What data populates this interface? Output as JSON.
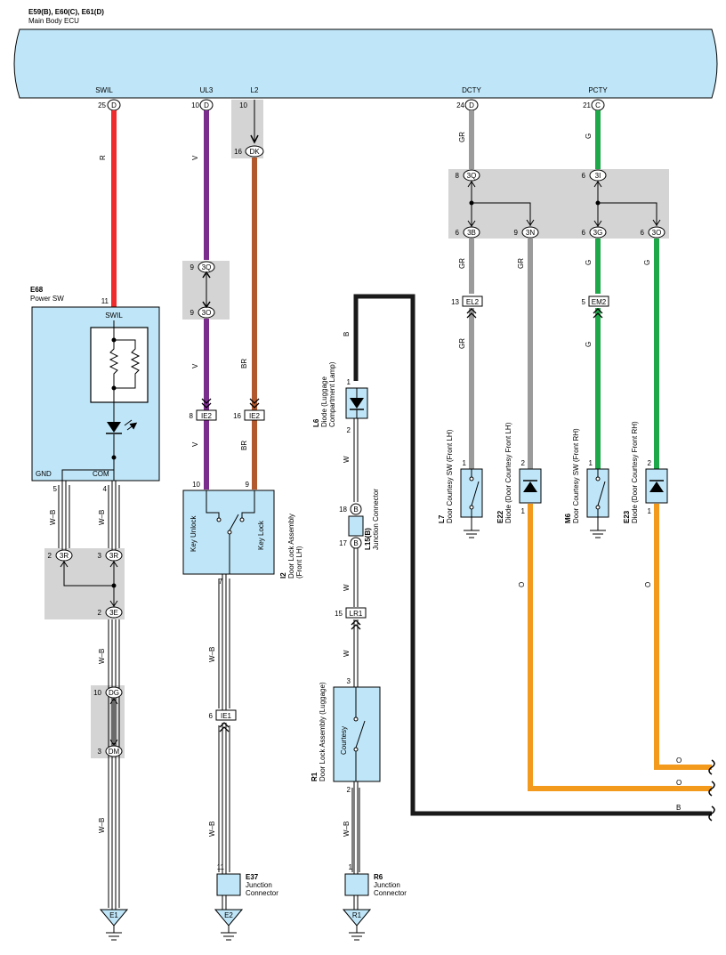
{
  "ecu": {
    "connectors": "E59(B), E60(C), E61(D)",
    "name": "Main Body ECU"
  },
  "ecu_pins": [
    {
      "signal": "SWIL",
      "pin": "25",
      "conn": "D"
    },
    {
      "signal": "UL3",
      "pin": "10",
      "conn": "D"
    },
    {
      "signal": "L2",
      "pin": "10",
      "conn": ""
    },
    {
      "signal": "DCTY",
      "pin": "24",
      "conn": "D"
    },
    {
      "signal": "PCTY",
      "pin": "21",
      "conn": "C"
    }
  ],
  "junctions": {
    "dk": {
      "pin": "16",
      "id": "DK"
    },
    "q3_top": {
      "pin": "9",
      "id": "3Q"
    },
    "o3_top": {
      "pin": "9",
      "id": "3O"
    },
    "q3_right": {
      "pin": "8",
      "id": "3Q"
    },
    "i3": {
      "pin": "6",
      "id": "3I"
    },
    "b3": {
      "pin": "6",
      "id": "3B"
    },
    "n3": {
      "pin": "9",
      "id": "3N"
    },
    "g3": {
      "pin": "6",
      "id": "3G"
    },
    "o3_right": {
      "pin": "6",
      "id": "3O"
    },
    "r3_left": {
      "pin": "2",
      "id": "3R"
    },
    "r3_right": {
      "pin": "3",
      "id": "3R"
    },
    "e3": {
      "pin": "2",
      "id": "3E"
    },
    "dg": {
      "pin": "10",
      "id": "DG"
    },
    "dm": {
      "pin": "3",
      "id": "DM"
    },
    "b_top": {
      "pin": "18",
      "id": "B"
    },
    "b_bot": {
      "pin": "17",
      "id": "B"
    }
  },
  "inline": {
    "el2": {
      "pin": "13",
      "id": "EL2"
    },
    "em2": {
      "pin": "5",
      "id": "EM2"
    },
    "ie2_a": {
      "pin": "8",
      "id": "IE2"
    },
    "ie2_b": {
      "pin": "16",
      "id": "IE2"
    },
    "ie1": {
      "pin": "6",
      "id": "IE1"
    },
    "lr1": {
      "pin": "15",
      "id": "LR1"
    }
  },
  "wire_colors": {
    "swil": "R",
    "ul3": "V",
    "l2": "BR",
    "dcty": "GR",
    "pcty": "G",
    "wb": "W–B",
    "b": "B",
    "w": "W",
    "o": "O"
  },
  "power_sw": {
    "id": "E68",
    "name": "Power SW",
    "pin11": "11",
    "swil": "SWIL",
    "gnd": "GND",
    "com": "COM",
    "pin5": "5",
    "pin4": "4"
  },
  "door_lock": {
    "id": "I2",
    "name": "Door Lock Assembly",
    "sub": "(Front LH)",
    "unlock": "Key Unlock",
    "lock": "Key Lock",
    "pin10": "10",
    "pin9": "9",
    "pin7": "7"
  },
  "diode_l6": {
    "id": "L6",
    "name": "Diode (Luggage",
    "sub": "Compartment Lamp)",
    "pin1": "1",
    "pin2": "2"
  },
  "l15": {
    "id": "L15(B)",
    "name": "Junction Connector"
  },
  "r1": {
    "id": "R1",
    "name": "Door Lock Assembly (Luggage)",
    "label": "Courtesy",
    "pin3": "3",
    "pin2": "2"
  },
  "l7": {
    "id": "L7",
    "name": "Door Courtesy SW (Front LH)",
    "pin1": "1"
  },
  "e22": {
    "id": "E22",
    "name": "Diode (Door Courtesy Front LH)",
    "pin2": "2",
    "pin1": "1"
  },
  "m6": {
    "id": "M6",
    "name": "Door Courtesy SW (Front RH)",
    "pin1": "1"
  },
  "e23": {
    "id": "E23",
    "name": "Diode (Door Courtesy Front RH)",
    "pin2": "2",
    "pin1": "1"
  },
  "e37": {
    "id": "E37",
    "name": "Junction",
    "name2": "Connector",
    "pin": "11"
  },
  "r6": {
    "id": "R6",
    "name": "Junction",
    "name2": "Connector",
    "pin": "1"
  },
  "grounds": {
    "e1": "E1",
    "e2": "E2",
    "r1": "R1"
  },
  "colors": {
    "ecu_fill": "#bfe6f8",
    "red": "#ef2b2d",
    "violet": "#7b2d8e",
    "brown": "#b25a2e",
    "gray": "#9b9b9b",
    "green": "#1ea84a",
    "orange": "#f39a1d",
    "black": "#1a1a1a",
    "shade": "#d4d4d4"
  }
}
